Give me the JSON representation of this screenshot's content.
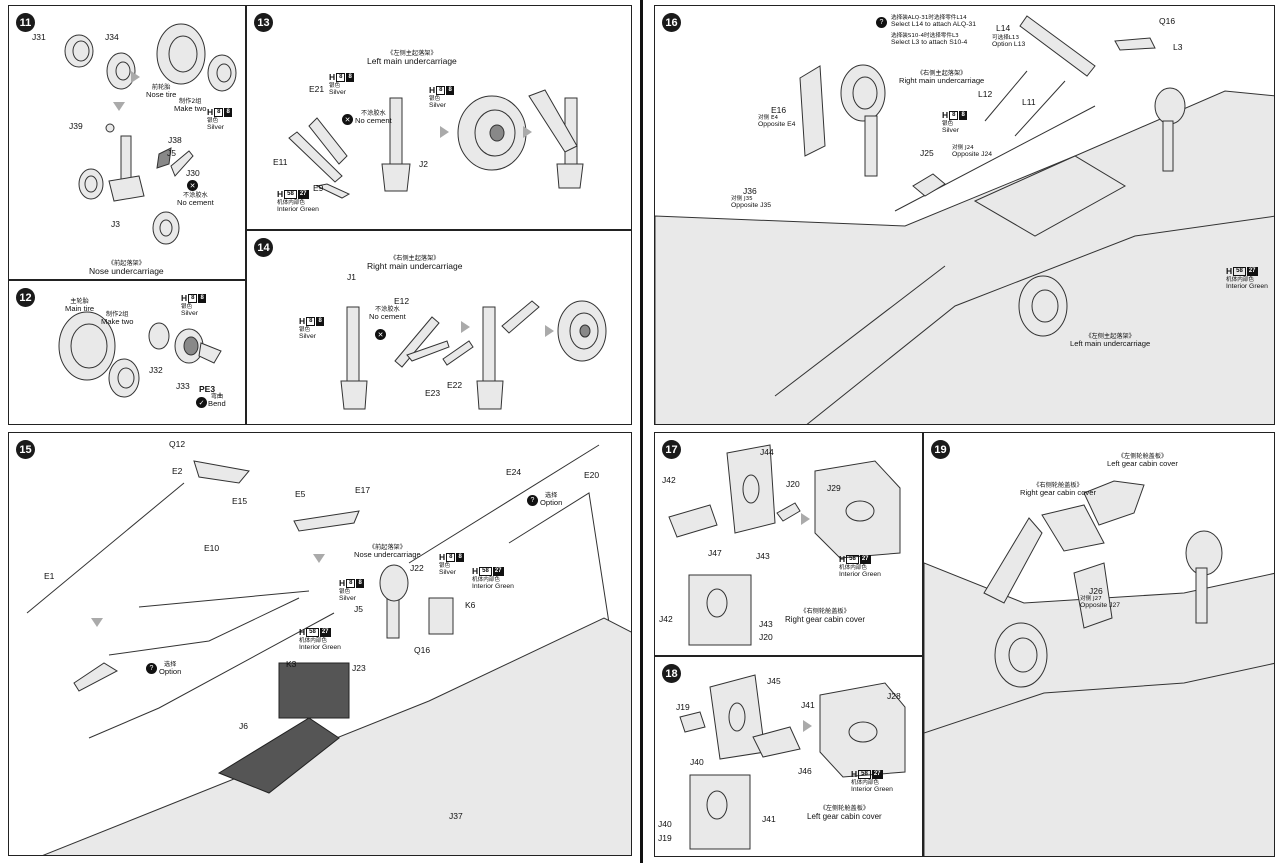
{
  "steps": {
    "s11": {
      "num": "11",
      "labels": {
        "j31": "J31",
        "j34": "J34",
        "j39": "J39",
        "j38": "J38",
        "j5": "J5",
        "j30": "J30",
        "j3": "J3"
      },
      "nose_tire_zh": "前轮胎",
      "nose_tire": "Nose tire",
      "make_two_zh": "制作2组",
      "make_two": "Make two",
      "silver_zh": "银色",
      "silver": "Silver",
      "no_cement_zh": "不涂胶水",
      "no_cement": "No cement",
      "caption_zh": "《前起落架》",
      "caption": "Nose undercarriage"
    },
    "s12": {
      "num": "12",
      "labels": {
        "j32": "J32",
        "j33": "J33",
        "pe3": "PE3"
      },
      "main_tire_zh": "主轮胎",
      "main_tire": "Main tire",
      "make_two_zh": "制作2组",
      "make_two": "Make two",
      "silver_zh": "银色",
      "silver": "Silver",
      "bend_zh": "弯曲",
      "bend": "Bend"
    },
    "s13": {
      "num": "13",
      "labels": {
        "e21": "E21",
        "e11": "E11",
        "e9": "E9",
        "j2": "J2"
      },
      "caption_zh": "《左侧主起落架》",
      "caption": "Left main undercarriage",
      "silver_a_zh": "银色",
      "silver_a": "Silver",
      "silver_b_zh": "银色",
      "silver_b": "Silver",
      "no_cement_zh": "不涂胶水",
      "no_cement": "No cement",
      "green_zh": "机体内部色",
      "green": "Interior Green"
    },
    "s14": {
      "num": "14",
      "labels": {
        "j1": "J1",
        "e12": "E12",
        "e23": "E23",
        "e22": "E22"
      },
      "caption_zh": "《右侧主起落架》",
      "caption": "Right main undercarriage",
      "silver_zh": "银色",
      "silver": "Silver",
      "no_cement_zh": "不涂胶水",
      "no_cement": "No cement"
    },
    "s15": {
      "num": "15",
      "labels": {
        "q12": "Q12",
        "e2": "E2",
        "e15": "E15",
        "e5": "E5",
        "e17": "E17",
        "e10": "E10",
        "e1": "E1",
        "e24": "E24",
        "e20": "E20",
        "j22": "J22",
        "j5": "J5",
        "k6": "K6",
        "k3": "K3",
        "j23": "J23",
        "q16": "Q16",
        "j6": "J6",
        "j37": "J37"
      },
      "option_a_zh": "选择",
      "option_a": "Option",
      "option_b_zh": "选择",
      "option_b": "Option",
      "nose_zh": "《前起落架》",
      "nose": "Nose undercarriage",
      "silver_a_zh": "银色",
      "silver_a": "Silver",
      "silver_b_zh": "银色",
      "silver_b": "Silver",
      "green_a_zh": "机体内部色",
      "green_a": "Interior Green",
      "green_b_zh": "机体内部色",
      "green_b": "Interior Green"
    },
    "s16": {
      "num": "16",
      "labels": {
        "l14": "L14",
        "q16": "Q16",
        "l3": "L3",
        "l12": "L12",
        "l11": "L11",
        "e16": "E16",
        "j25": "J25",
        "j36": "J36"
      },
      "alq_zh": "选择装ALQ-31时选择零件L14",
      "alq": "Select L14 to attach ALQ-31",
      "s10_zh": "选择装S10-4时选择零件L3",
      "s10": "Select L3 to attach S10-4",
      "opt_l13_zh": "可选择L13",
      "opt_l13": "Option L13",
      "right_main_zh": "《右侧主起落架》",
      "right_main": "Right main undercarriage",
      "opp_e4_zh": "对侧 E4",
      "opp_e4": "Opposite E4",
      "silver_zh": "银色",
      "silver": "Silver",
      "opp_j24_zh": "对侧 J24",
      "opp_j24": "Opposite J24",
      "opp_j35_zh": "对侧 J35",
      "opp_j35": "Opposite J35",
      "green_zh": "机体内部色",
      "green": "Interior Green",
      "left_main_zh": "《左侧主起落架》",
      "left_main": "Left main undercarriage"
    },
    "s17": {
      "num": "17",
      "labels": {
        "j44": "J44",
        "j42": "J42",
        "j20": "J20",
        "j29": "J29",
        "j47": "J47",
        "j43": "J43",
        "j42b": "J42",
        "j43b": "J43",
        "j20b": "J20"
      },
      "green_zh": "机体内部色",
      "green": "Interior Green",
      "caption_zh": "《右侧轮舱盖板》",
      "caption": "Right gear cabin cover"
    },
    "s18": {
      "num": "18",
      "labels": {
        "j45": "J45",
        "j19": "J19",
        "j41": "J41",
        "j28": "J28",
        "j40": "J40",
        "j46": "J46",
        "j40b": "J40",
        "j41b": "J41",
        "j19b": "J19"
      },
      "green_zh": "机体内部色",
      "green": "Interior Green",
      "caption_zh": "《左侧轮舱盖板》",
      "caption": "Left gear cabin cover"
    },
    "s19": {
      "num": "19",
      "labels": {
        "j26": "J26"
      },
      "left_cover_zh": "《左侧轮舱盖板》",
      "left_cover": "Left gear cabin cover",
      "right_cover_zh": "《右侧轮舱盖板》",
      "right_cover": "Right gear cabin cover",
      "opp_j27_zh": "对侧 J27",
      "opp_j27": "Opposite J27"
    }
  },
  "paint_codes": {
    "silver": {
      "h": "H",
      "a": "8",
      "b": "8"
    },
    "green": {
      "h": "H",
      "a": "58",
      "b": "27"
    }
  },
  "icons": {
    "arrow": "arrow-right-icon",
    "no_cement": "no-cement-icon",
    "option": "option-question-icon",
    "bend": "bend-check-icon"
  }
}
